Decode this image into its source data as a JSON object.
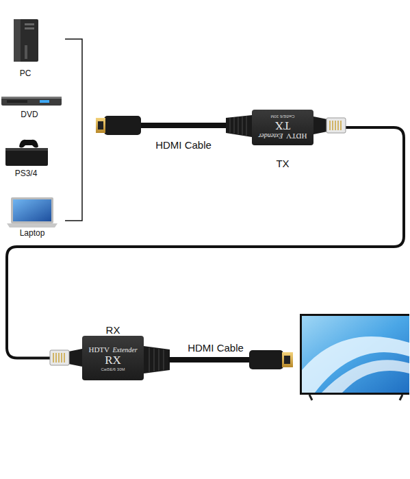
{
  "diagram": {
    "nodes": [
      {
        "text": [
          "PC"
        ]
      },
      {
        "text": [
          "DVD"
        ]
      },
      {
        "text": [
          "PS3/4"
        ]
      },
      {
        "text": [
          "Laptop"
        ]
      },
      {
        "text": [
          "TX",
          "HDTV",
          "Extender",
          "TX",
          "Cat5E/6 30M"
        ]
      },
      {
        "text": [
          "RX",
          "HDTV",
          "Extender",
          "RX",
          "Cat5E/6 30M"
        ]
      }
    ],
    "edges": [
      {
        "from": 4,
        "to": 5,
        "arrow": "none"
      }
    ],
    "labels": [
      "HDMI Cable",
      "HDMI Cable"
    ]
  }
}
